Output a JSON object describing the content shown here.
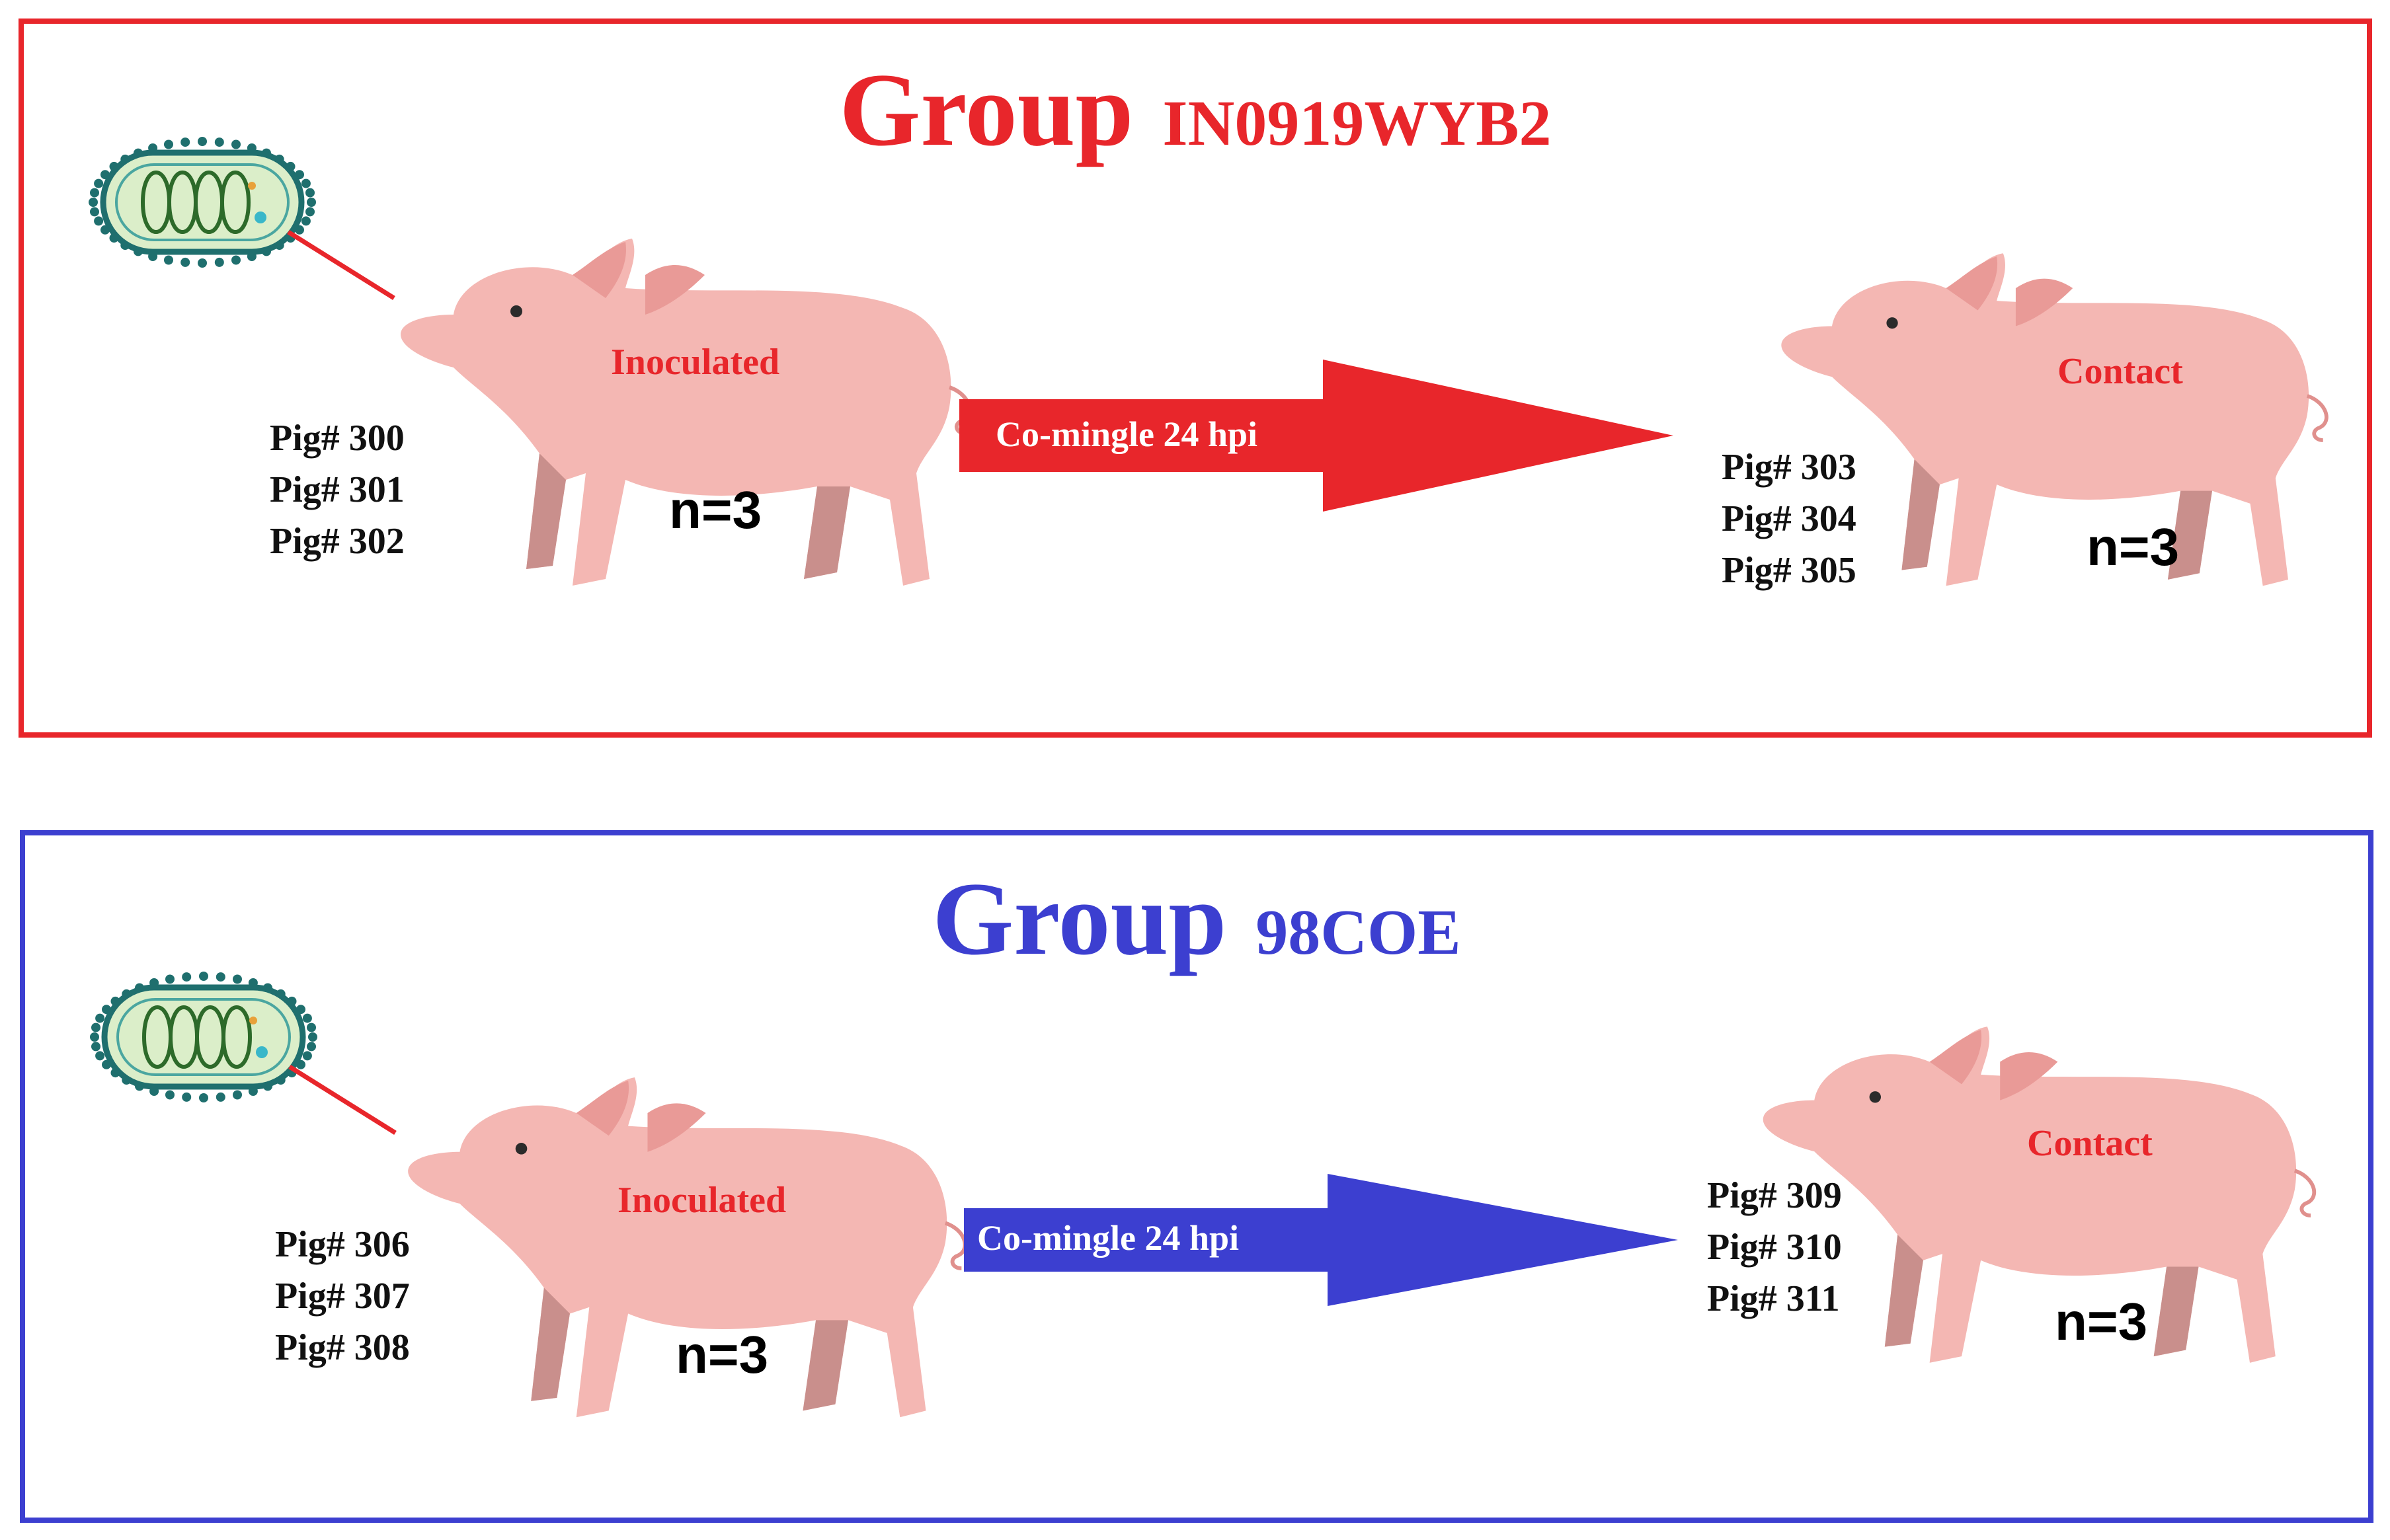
{
  "colors": {
    "group1": "#e8262b",
    "group2": "#3c3fd0",
    "pig_body": "#f4b7b3",
    "pig_shadow": "#c98f8c",
    "virus_fill": "#dbeec9",
    "virus_outline": "#1f6f6e",
    "virus_coil": "#2d6a2a"
  },
  "groups": [
    {
      "title_word": "Group",
      "title_name": "IN0919WYB2",
      "inoculated": {
        "label": "Inoculated",
        "pigs": [
          "Pig# 300",
          "Pig# 301",
          "Pig# 302"
        ],
        "count": "n=3"
      },
      "arrow_label": "Co-mingle 24 hpi",
      "contact": {
        "label": "Contact",
        "pigs": [
          "Pig# 303",
          "Pig# 304",
          "Pig# 305"
        ],
        "count": "n=3"
      }
    },
    {
      "title_word": "Group",
      "title_name": "98COE",
      "inoculated": {
        "label": "Inoculated",
        "pigs": [
          "Pig# 306",
          "Pig# 307",
          "Pig# 308"
        ],
        "count": "n=3"
      },
      "arrow_label": "Co-mingle 24 hpi",
      "contact": {
        "label": "Contact",
        "pigs": [
          "Pig# 309",
          "Pig# 310",
          "Pig# 311"
        ],
        "count": "n=3"
      }
    }
  ]
}
